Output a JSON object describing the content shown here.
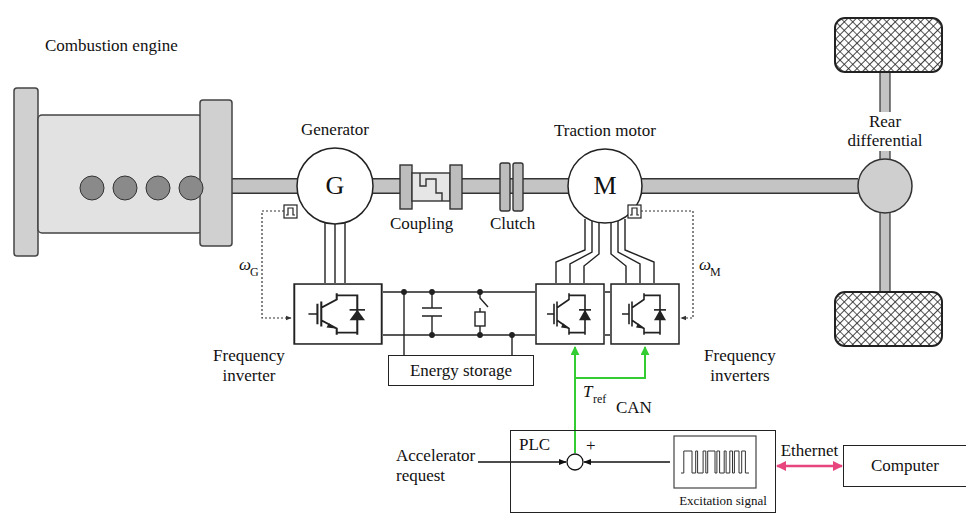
{
  "diagram": {
    "nodes": [
      {
        "text": [
          "Combustion engine"
        ]
      },
      {
        "text": [
          "Generator",
          "G"
        ]
      },
      {
        "text": [
          "Traction motor",
          "M"
        ]
      },
      {
        "text": [
          "Rear differential"
        ]
      },
      {
        "text": [
          "Energy storage"
        ]
      },
      {
        "text": [
          "PLC"
        ]
      },
      {
        "text": [
          "Excitation signal"
        ],
        "in": 5
      },
      {
        "text": [
          "Computer"
        ]
      }
    ],
    "edges": [
      {
        "from": 0,
        "to": 1,
        "arrow": "none"
      },
      {
        "from": 1,
        "to": 2,
        "arrow": "none"
      },
      {
        "from": 2,
        "to": 3,
        "arrow": "none"
      },
      {
        "from": 5,
        "to": 7,
        "arrow": "both",
        "label": "Ethernet"
      }
    ],
    "labels": [
      "Coupling",
      "Clutch",
      "Frequency inverter",
      "ω",
      "G",
      "ω",
      "M",
      "Frequency inverters",
      "T",
      "ref",
      "CAN",
      "Accelerator request",
      "+"
    ]
  }
}
